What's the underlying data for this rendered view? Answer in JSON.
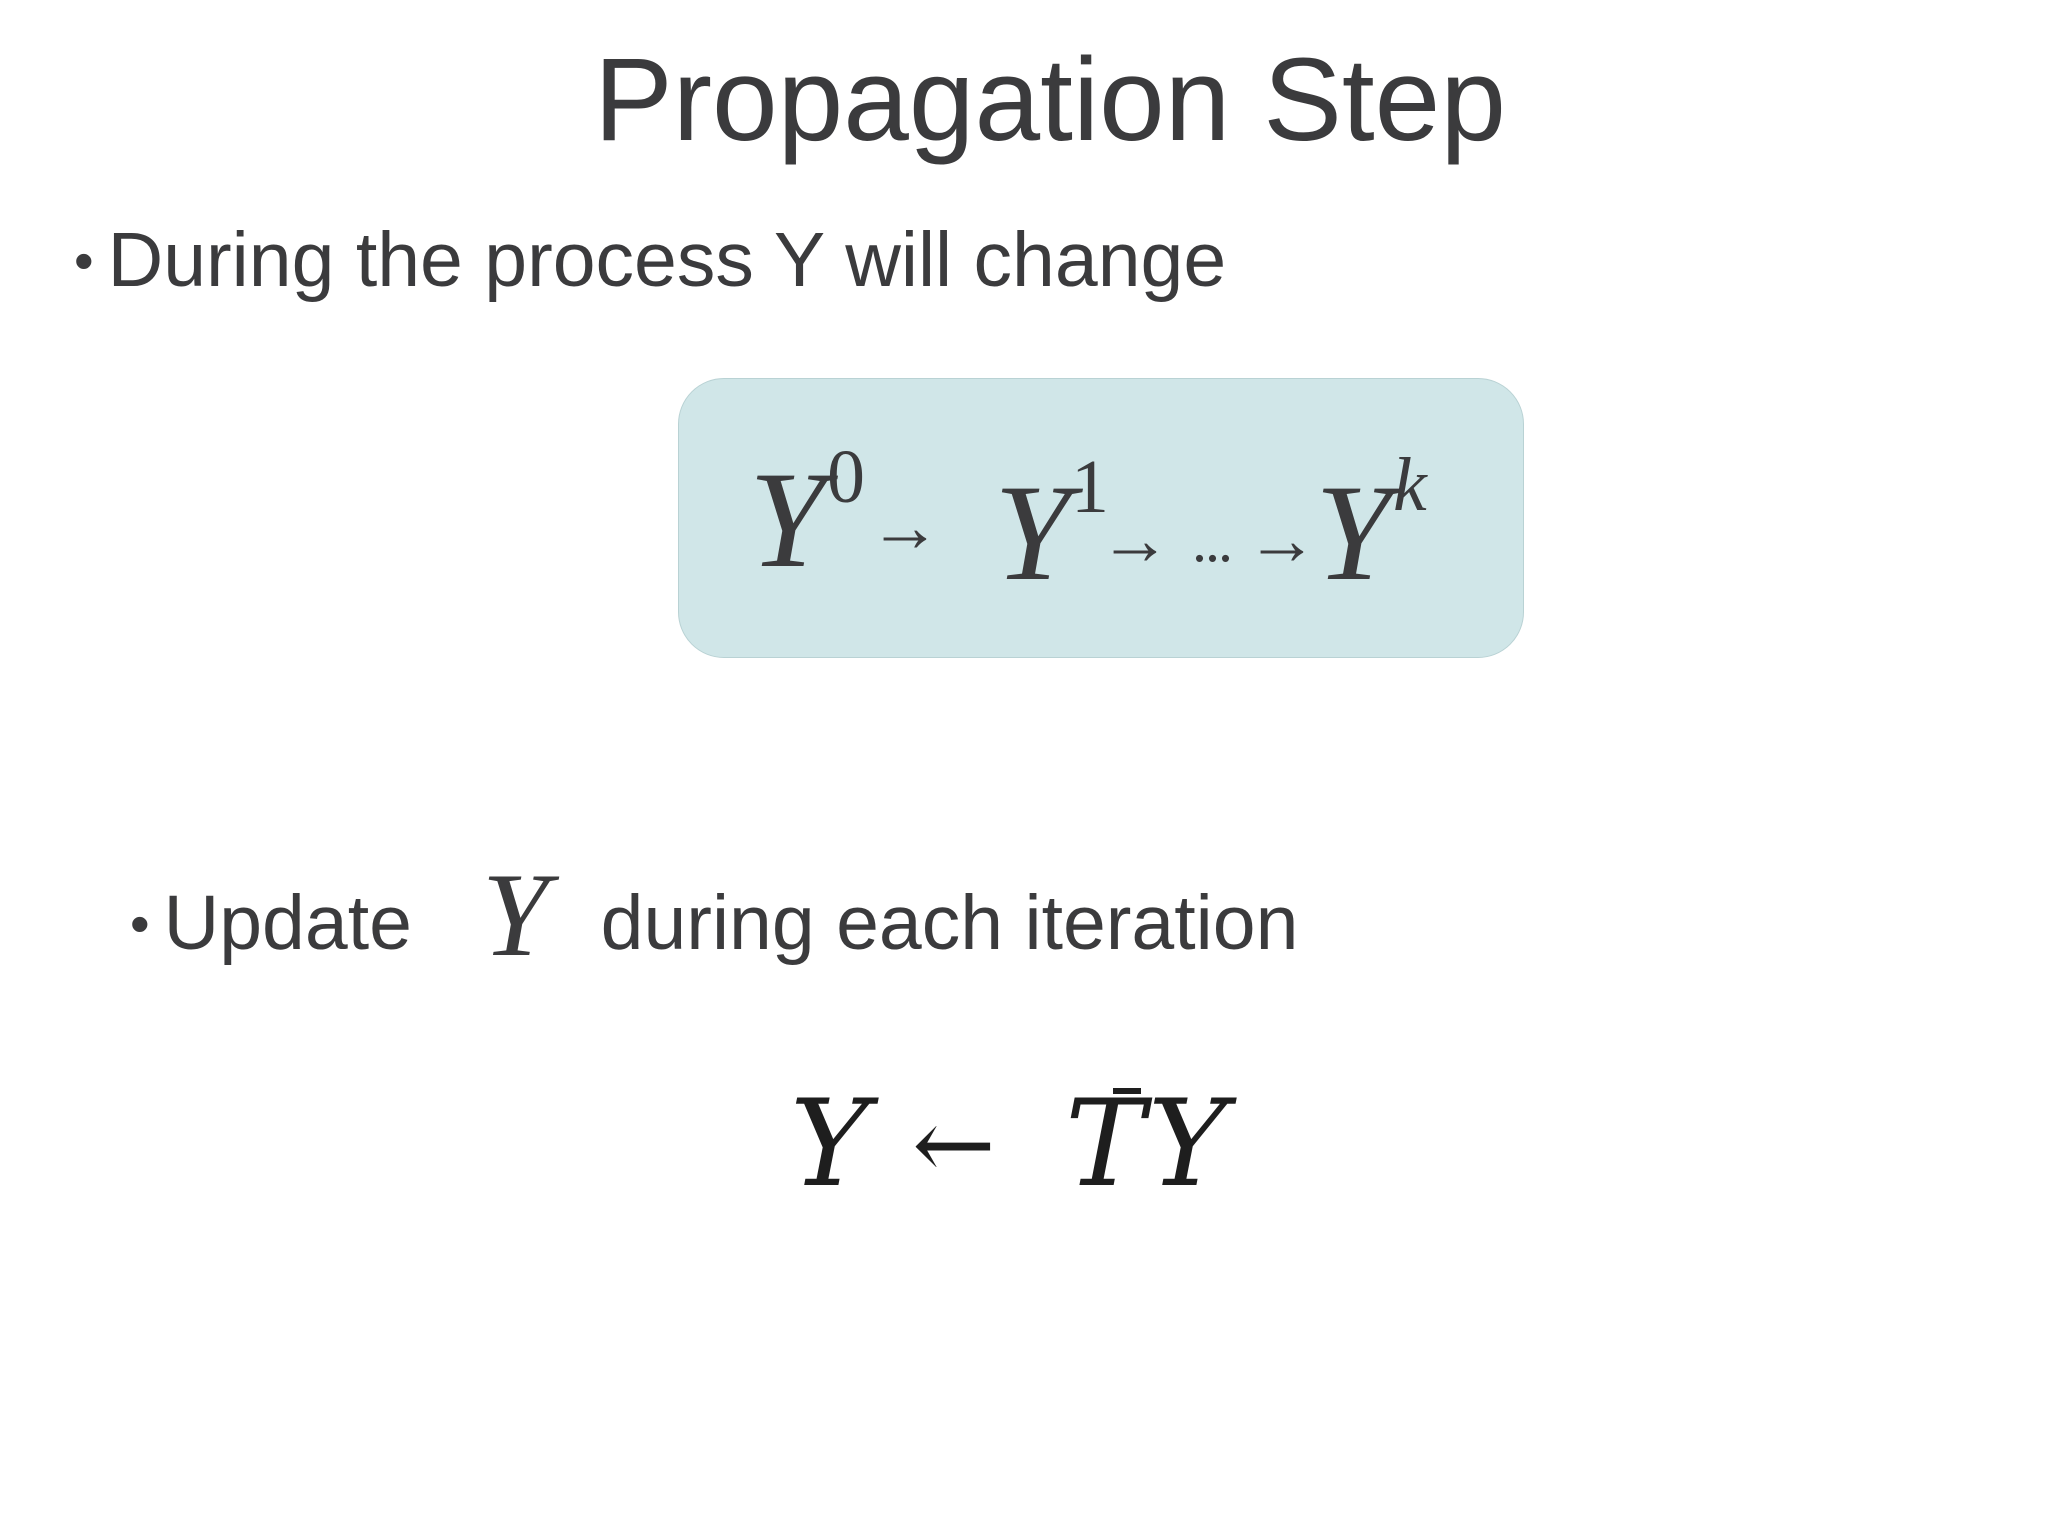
{
  "slide": {
    "title": "Propagation Step"
  },
  "bullets": [
    {
      "symbol": "•",
      "text": "During the process Y will change"
    },
    {
      "symbol": "•",
      "text_before": "Update",
      "variable": "Y",
      "text_after": "during each iteration"
    }
  ],
  "sequence_formula": {
    "terms": [
      {
        "base": "Y",
        "superscript": "0"
      },
      {
        "base": "Y",
        "superscript": "1"
      },
      {
        "base": "Y",
        "superscript": "k"
      }
    ],
    "arrow": "→",
    "ellipsis": "...",
    "box_color": "#d0e6e8"
  },
  "update_formula": {
    "lhs": "Y",
    "arrow": "←",
    "operator": "T",
    "operator_accent": "bar",
    "rhs": "Y"
  },
  "colors": {
    "text": "#3b3b3d",
    "formula_box": "#d0e6e8"
  }
}
